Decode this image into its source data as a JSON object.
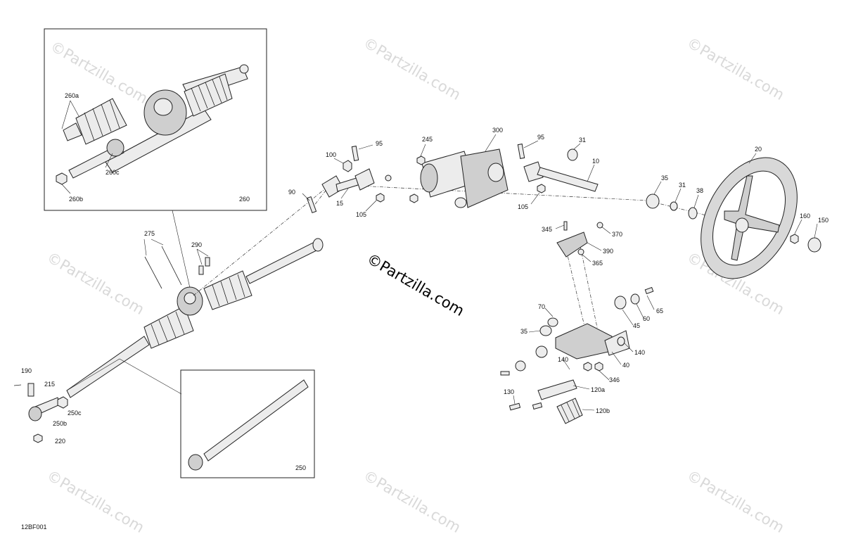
{
  "diagram": {
    "code": "12BF001",
    "watermark": "©Partzilla.com",
    "center_watermark": "©Partzilla.com",
    "inset_top_label": "260",
    "inset_bottom_label": "250",
    "callouts": {
      "c260a": "260a",
      "c260c": "260c",
      "c260b": "260b",
      "c275": "275",
      "c290": "290",
      "c190": "190",
      "c215": "215",
      "c250c": "250c",
      "c250b": "250b",
      "c220": "220",
      "c90": "90",
      "c100": "100",
      "c95a": "95",
      "c15": "15",
      "c105a": "105",
      "c245": "245",
      "c300": "300",
      "c95b": "95",
      "c105b": "105",
      "c10": "10",
      "c31a": "31",
      "c35a": "35",
      "c31b": "31",
      "c38": "38",
      "c20": "20",
      "c160": "160",
      "c150": "150",
      "c345": "345",
      "c370": "370",
      "c390": "390",
      "c365": "365",
      "c65": "65",
      "c70": "70",
      "c60": "60",
      "c45": "45",
      "c35b": "35",
      "c140a": "140",
      "c140b": "140",
      "c40": "40",
      "c346": "346",
      "c120a": "120a",
      "c130": "130",
      "c120b": "120b"
    }
  }
}
